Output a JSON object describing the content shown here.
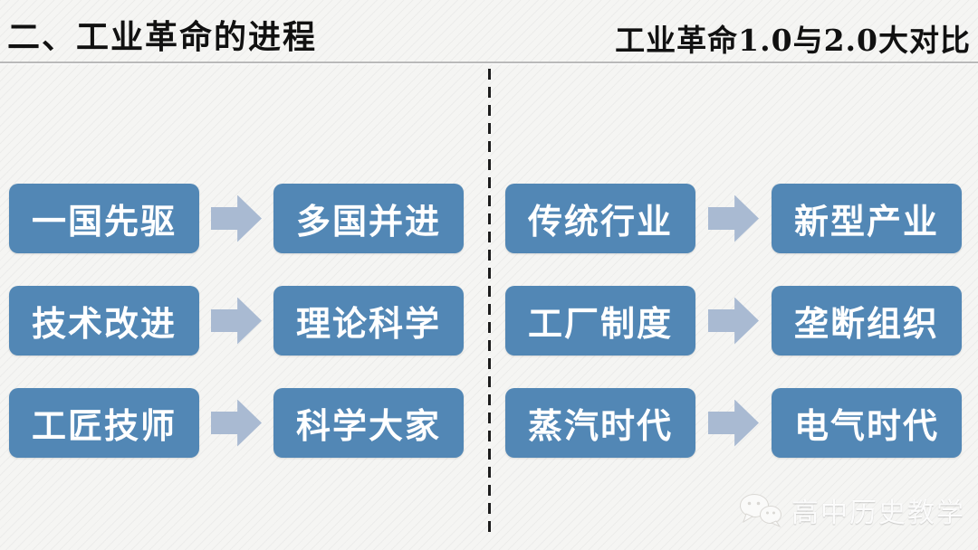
{
  "header": {
    "title_left": "二、工业革命的进程",
    "title_right": "工业革命1.0与2.0大对比"
  },
  "colors": {
    "box_fill": "#5287b5",
    "arrow_fill": "#a9bad2",
    "background": "#f5f5f3",
    "header_rule": "#b9b9b9",
    "divider": "#1c1c1c",
    "box_text": "#ffffff",
    "title_text": "#111111"
  },
  "left_panel": {
    "rows": [
      {
        "from": "一国先驱",
        "to": "多国并进"
      },
      {
        "from": "技术改进",
        "to": "理论科学"
      },
      {
        "from": "工匠技师",
        "to": "科学大家"
      }
    ]
  },
  "right_panel": {
    "rows": [
      {
        "from": "传统行业",
        "to": "新型产业"
      },
      {
        "from": "工厂制度",
        "to": "垄断组织"
      },
      {
        "from": "蒸汽时代",
        "to": "电气时代"
      }
    ]
  },
  "watermark": {
    "icon": "wechat-icon",
    "label": "高中历史教学"
  }
}
